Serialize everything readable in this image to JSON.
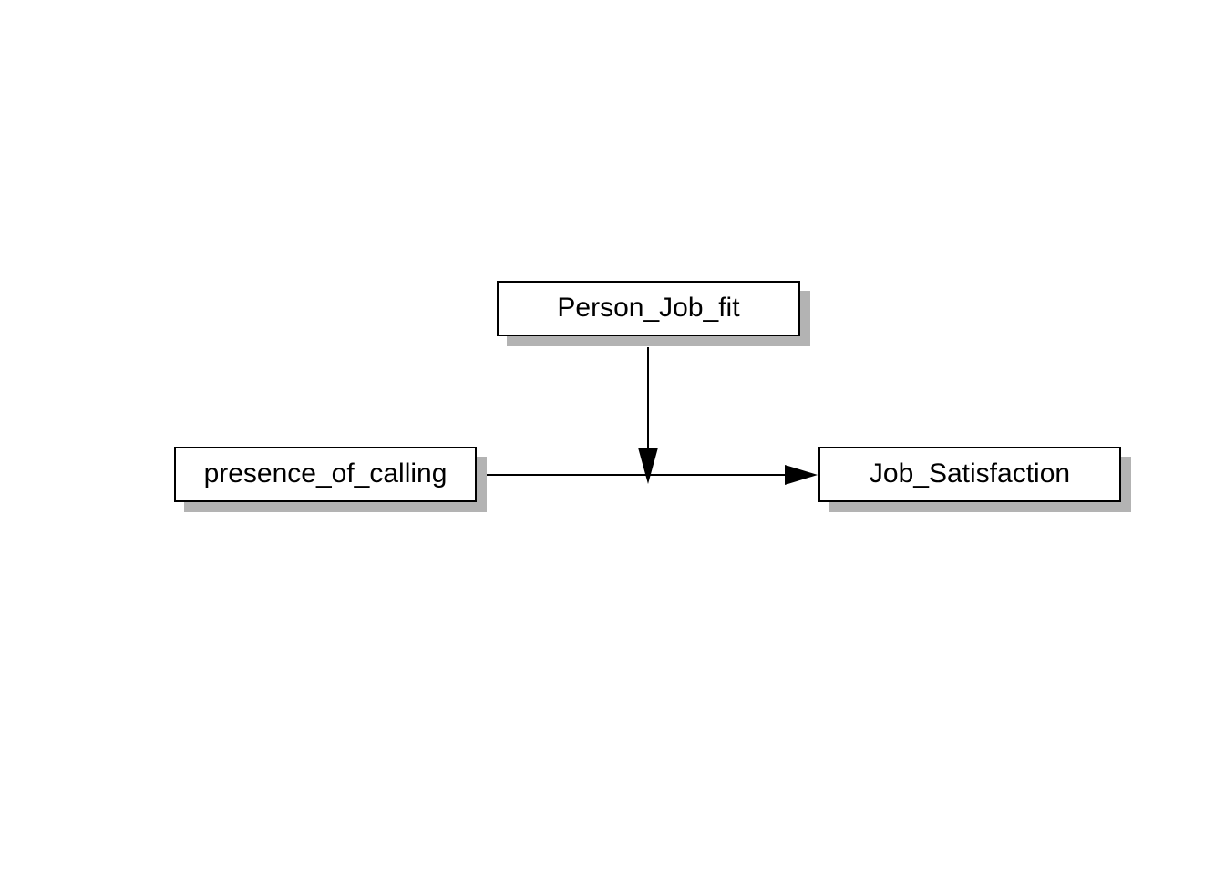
{
  "diagram": {
    "nodes": [
      {
        "id": "person_job_fit",
        "label": "Person_Job_fit"
      },
      {
        "id": "presence_of_calling",
        "label": "presence_of_calling"
      },
      {
        "id": "job_satisfaction",
        "label": "Job_Satisfaction"
      }
    ],
    "edges": [
      {
        "from": "presence_of_calling",
        "to": "job_satisfaction",
        "kind": "directed-arrow"
      },
      {
        "from": "person_job_fit",
        "to": "edge:presence_of_calling->job_satisfaction",
        "kind": "directed-arrow-onto-edge"
      }
    ],
    "colors": {
      "background": "#ffffff",
      "node_fill": "#ffffff",
      "node_border": "#000000",
      "node_shadow": "#b3b3b3",
      "edge": "#000000"
    }
  }
}
